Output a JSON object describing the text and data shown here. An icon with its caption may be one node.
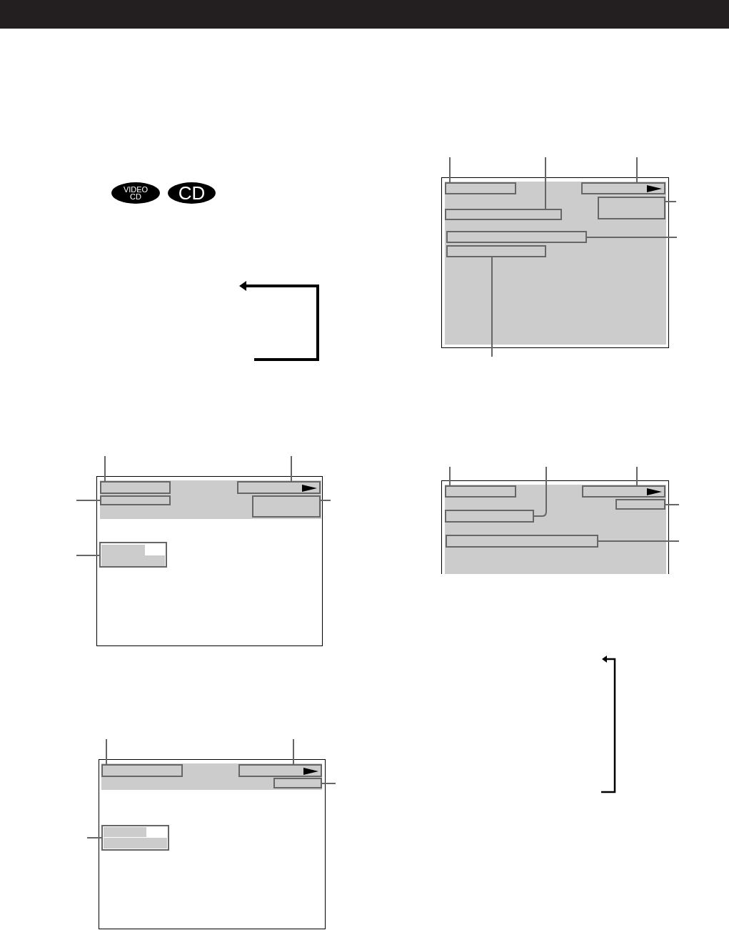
{
  "diagram": {
    "nodes": [
      {
        "text": [
          "VIDEO CD"
        ]
      },
      {
        "text": [
          "CD"
        ]
      },
      {
        "text": [],
        "shape": "box"
      },
      {
        "text": [],
        "shape": "box",
        "in": 2
      },
      {
        "text": [],
        "shape": "box",
        "in": 2
      },
      {
        "text": [],
        "shape": "box",
        "in": 2
      },
      {
        "text": [],
        "shape": "box",
        "in": 2
      },
      {
        "text": [],
        "shape": "box",
        "in": 2
      },
      {
        "text": [],
        "shape": "box",
        "in": 2
      },
      {
        "text": [],
        "shape": "box"
      },
      {
        "text": [],
        "shape": "box",
        "in": 9
      },
      {
        "text": [],
        "shape": "box",
        "in": 9
      },
      {
        "text": [],
        "shape": "box",
        "in": 9
      },
      {
        "text": [],
        "shape": "box",
        "in": 9
      },
      {
        "text": [],
        "shape": "box",
        "in": 9
      },
      {
        "text": [],
        "shape": "box"
      },
      {
        "text": [],
        "shape": "box",
        "in": 15
      },
      {
        "text": [],
        "shape": "box",
        "in": 15
      },
      {
        "text": [],
        "shape": "box",
        "in": 15
      },
      {
        "text": [],
        "shape": "box",
        "in": 15
      },
      {
        "text": [],
        "shape": "box",
        "in": 15
      },
      {
        "text": [],
        "shape": "box"
      },
      {
        "text": [],
        "shape": "box",
        "in": 21
      },
      {
        "text": [],
        "shape": "box",
        "in": 21
      },
      {
        "text": [],
        "shape": "box",
        "in": 21
      },
      {
        "text": [],
        "shape": "box",
        "in": 21
      }
    ],
    "edges": [
      {
        "from": null,
        "to": 3,
        "arrow": "none"
      },
      {
        "from": null,
        "to": 4,
        "arrow": "none"
      },
      {
        "from": null,
        "to": 5,
        "arrow": "none"
      },
      {
        "from": null,
        "to": 6,
        "arrow": "none"
      },
      {
        "from": null,
        "to": 7,
        "arrow": "none"
      },
      {
        "from": null,
        "to": 8,
        "arrow": "none"
      },
      {
        "from": null,
        "to": 10,
        "arrow": "none"
      },
      {
        "from": null,
        "to": 11,
        "arrow": "none"
      },
      {
        "from": null,
        "to": 12,
        "arrow": "none"
      },
      {
        "from": null,
        "to": 13,
        "arrow": "none"
      },
      {
        "from": null,
        "to": 14,
        "arrow": "none"
      },
      {
        "from": null,
        "to": 16,
        "arrow": "none"
      },
      {
        "from": null,
        "to": 17,
        "arrow": "none"
      },
      {
        "from": null,
        "to": 18,
        "arrow": "none"
      },
      {
        "from": null,
        "to": 19,
        "arrow": "none"
      },
      {
        "from": null,
        "to": 20,
        "arrow": "none"
      },
      {
        "from": null,
        "to": 22,
        "arrow": "none"
      },
      {
        "from": null,
        "to": 23,
        "arrow": "none"
      },
      {
        "from": null,
        "to": 24,
        "arrow": "none"
      },
      {
        "from": null,
        "to": 25,
        "arrow": "none"
      }
    ]
  }
}
